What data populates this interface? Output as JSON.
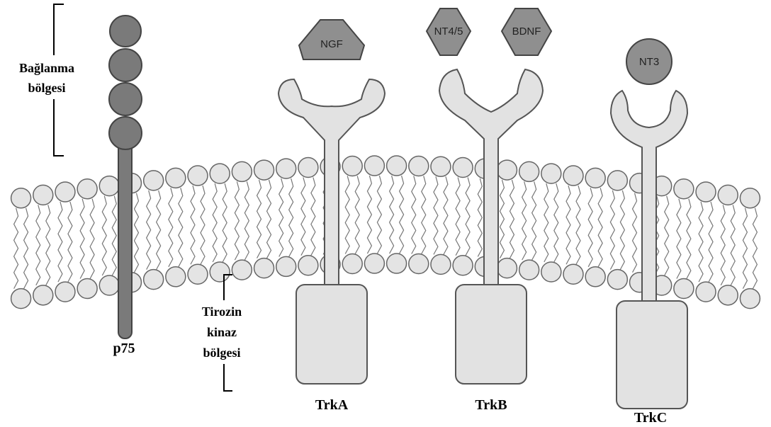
{
  "region_labels": {
    "binding_region": [
      "Bağlanma",
      "bölgesi"
    ],
    "kinase_region": [
      "Tirozin",
      "kinaz",
      "bölgesi"
    ]
  },
  "receptors": {
    "p75": "p75",
    "trka": "TrkA",
    "trkb": "TrkB",
    "trkc": "TrkC"
  },
  "ligands": {
    "ngf": "NGF",
    "nt45": "NT4/5",
    "bdnf": "BDNF",
    "nt3": "NT3"
  },
  "colors": {
    "membrane_head": "#e4e4e4",
    "receptor_fill": "#e2e2e2",
    "p75_fill": "#7a7a7a",
    "ligand_fill": "#8f8f8f",
    "outline": "#555555"
  }
}
